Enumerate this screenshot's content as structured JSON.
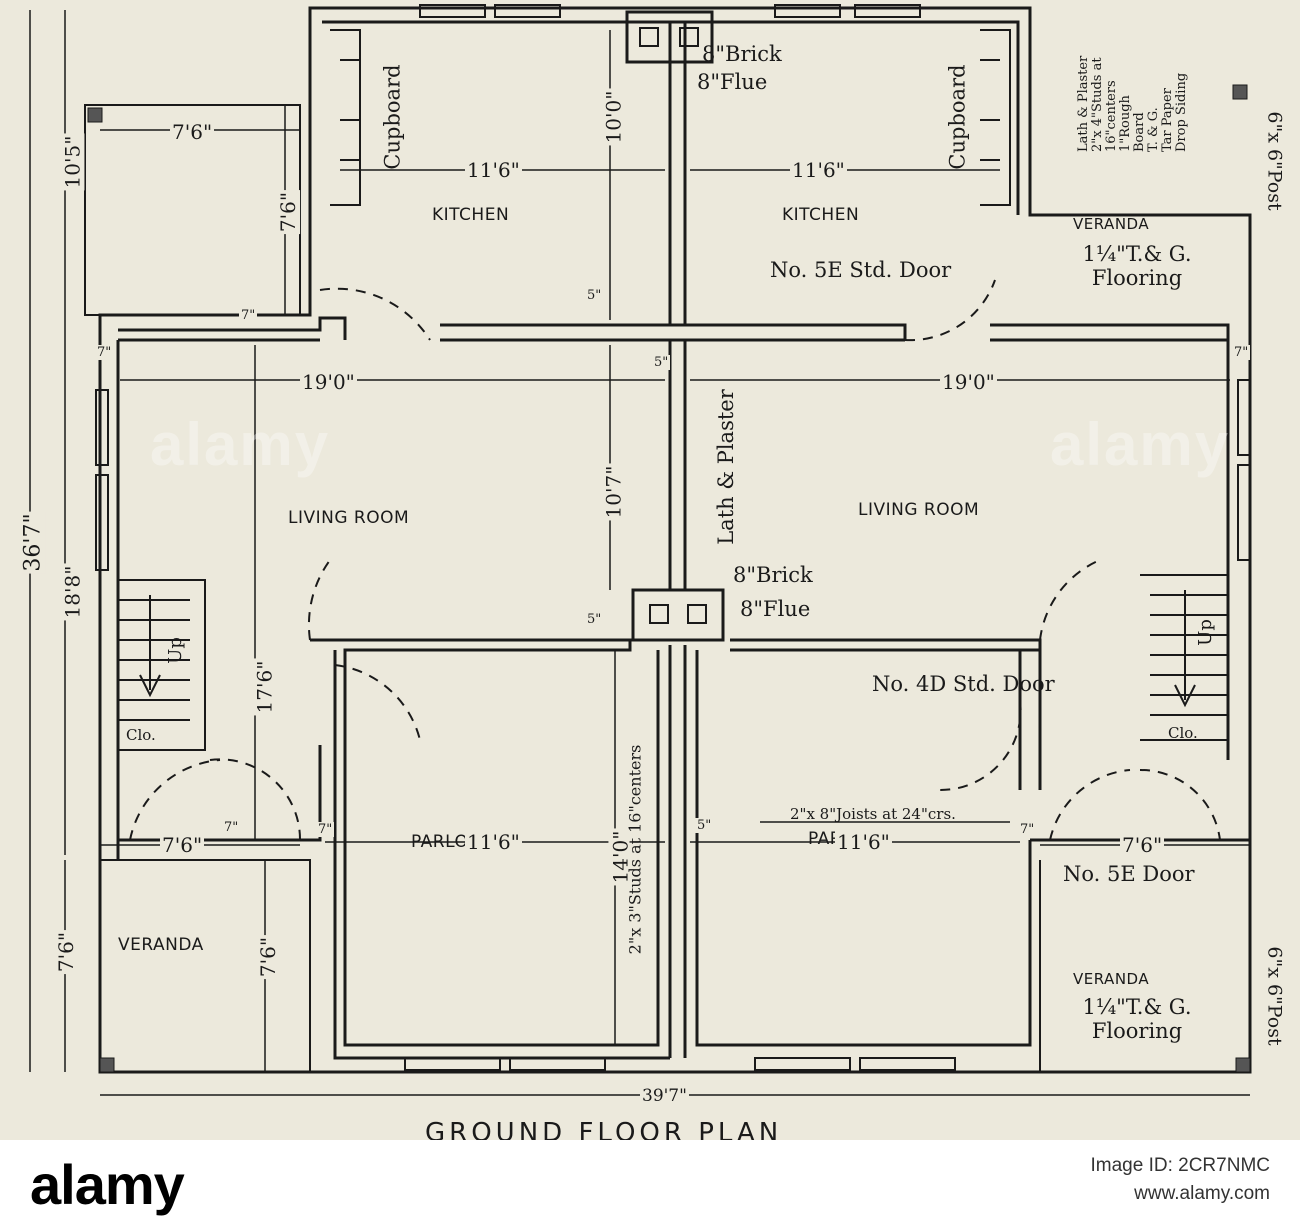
{
  "drawing": {
    "caption": "GROUND FLOOR PLAN",
    "rooms": {
      "kitchen_left": "KITCHEN",
      "kitchen_right": "KITCHEN",
      "living_left": "LIVING ROOM",
      "living_right": "LIVING ROOM",
      "parlor_left": "PARLOR",
      "parlor_right": "PARLOR",
      "veranda_left": "VERANDA",
      "veranda_top_right": "VERANDA",
      "veranda_bottom_right": "VERANDA"
    },
    "dimensions": {
      "total_width": "39'7\"",
      "total_depth": "36'7\"",
      "depth_top": "10'5\"",
      "depth_mid": "18'8\"",
      "depth_bottom": "7'6\"",
      "veranda_width_top": "7'6\"",
      "veranda_depth_top": "7'6\"",
      "kitchen_width_left": "11'6\"",
      "kitchen_width_right": "11'6\"",
      "kitchen_depth": "10'0\"",
      "living_width_left": "19'0\"",
      "living_width_right": "19'0\"",
      "living_depth": "10'7\"",
      "hall_depth": "17'6\"",
      "parlor_depth": "14'0\"",
      "parlor_width_left": "11'6\"",
      "parlor_width_right": "11'6\"",
      "veranda_width_bottom_left": "7'6\"",
      "veranda_depth_bottom_left": "7'6\"",
      "veranda_width_bottom_right": "7'6\"",
      "wall_7_a": "7\"",
      "wall_7_b": "7\"",
      "wall_7_c": "7\"",
      "wall_7_d": "7\"",
      "wall_7_e": "7\"",
      "wall_7_f": "7\"",
      "wall_5_a": "5\"",
      "wall_5_b": "5\"",
      "wall_5_c": "5\"",
      "wall_5_d": "5\""
    },
    "notes": {
      "brick_top": "8\"Brick",
      "flue_top": "8\"Flue",
      "brick_mid": "8\"Brick",
      "flue_mid": "8\"Flue",
      "cupboard_left": "Cupboard",
      "cupboard_right": "Cupboard",
      "lath_plaster": "Lath & Plaster",
      "door_5e_std": "No. 5E Std. Door",
      "door_4d_std": "No. 4D Std. Door",
      "door_5e": "No. 5E Door",
      "flooring_top": "1¼\"T.& G. Flooring",
      "flooring_bottom": "1¼\"T.& G. Flooring",
      "studs_2x3": "2\"x 3\"Studs at 16\"centers",
      "joists": "2\"x 8\"Joists at 24\"crs.",
      "post_top": "6\"x 6\"Post",
      "post_bottom": "6\"x 6\"Post",
      "stairs_up_left": "Up",
      "stairs_up_right": "Up",
      "closet_left": "Clo.",
      "closet_right": "Clo.",
      "wall_section": [
        "Lath & Plaster",
        "2\"x 4\"Studs at",
        "16\"centers",
        "1\"Rough Board",
        "T. & G.",
        "Tar Paper",
        "Drop Siding"
      ]
    }
  },
  "watermark": "alamy",
  "footer": {
    "brand": "alamy",
    "image_id": "Image ID: 2CR7NMC",
    "site": "www.alamy.com"
  }
}
